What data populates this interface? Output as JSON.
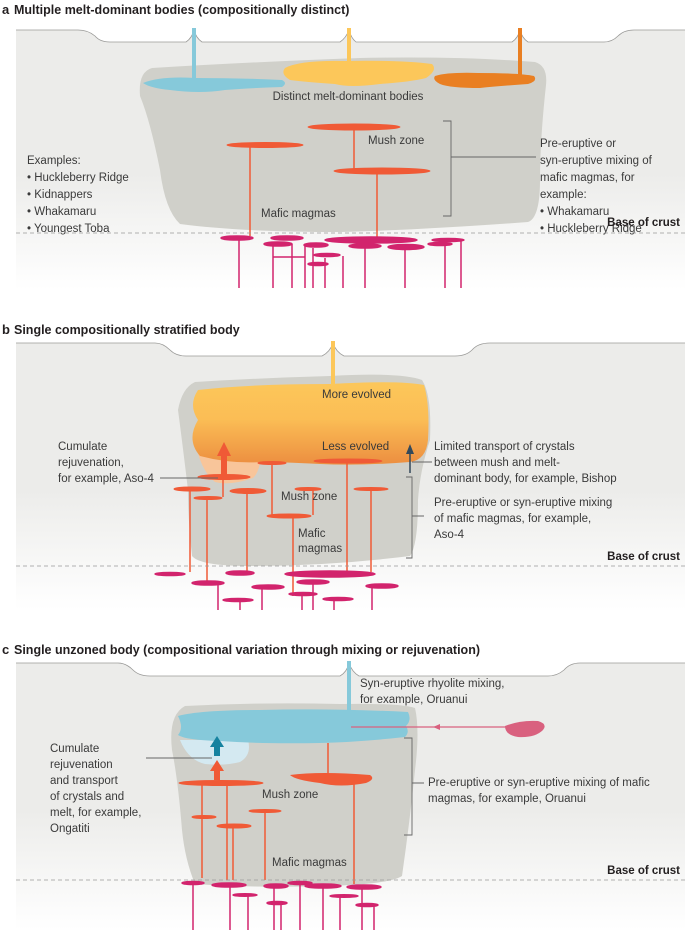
{
  "colors": {
    "crust": "#ececea",
    "crust_edge": "#9a9a98",
    "mush": "#d0d0ca",
    "blue_melt": "#86c9da",
    "blue_light": "#d4e9f1",
    "yellow_melt": "#fcc75a",
    "orange_melt": "#e97f22",
    "less_evolved": "#ef9a4a",
    "cumulate": "#f8c59a",
    "mafic_red": "#f05a36",
    "mantle_magenta": "#d2246d",
    "rhyolite_pink": "#d9617f",
    "arrow_dark": "#33495a",
    "arrow_teal": "#15829f",
    "leader": "#666666",
    "text": "#3a3a3a"
  },
  "panels": [
    {
      "letter": "a",
      "title": "Multiple melt-dominant bodies (compositionally distinct)",
      "labels": {
        "bodies": "Distinct melt-dominant bodies",
        "mush": "Mush zone",
        "mafic": "Mafic magmas",
        "base": "Base of crust"
      },
      "examples_heading": "Examples:",
      "examples": [
        "Huckleberry Ridge",
        "Kidnappers",
        "Whakamaru",
        "Youngest Toba"
      ],
      "annotation": [
        "Pre-eruptive or",
        "syn-eruptive mixing of",
        "mafic magmas,  for",
        "example:"
      ],
      "annotation_examples": [
        "Whakamaru",
        "Huckleberry Ridge"
      ]
    },
    {
      "letter": "b",
      "title": "Single compositionally stratified body",
      "labels": {
        "more": "More evolved",
        "less": "Less evolved",
        "mush": "Mush zone",
        "mafic1": "Mafic",
        "mafic2": "magmas",
        "base": "Base of crust"
      },
      "left_annotation": [
        "Cumulate",
        "rejuvenation,",
        "for example, Aso-4"
      ],
      "transport_annotation": [
        "Limited transport of crystals",
        "between mush and melt-",
        "dominant body, for example, Bishop"
      ],
      "mixing_annotation": [
        "Pre-eruptive or syn-eruptive mixing",
        "of mafic magmas, for example,",
        "Aso-4"
      ]
    },
    {
      "letter": "c",
      "title": "Single unzoned body (compositional variation through mixing or rejuvenation)",
      "labels": {
        "mush": "Mush zone",
        "mafic": "Mafic magmas",
        "base": "Base of crust"
      },
      "rhyolite_annotation": [
        "Syn-eruptive rhyolite mixing,",
        "for example, Oruanui"
      ],
      "left_annotation": [
        "Cumulate",
        "rejuvenation",
        "and transport",
        "of crystals and",
        "melt, for example,",
        "Ongatiti"
      ],
      "mixing_annotation": [
        "Pre-eruptive or syn-eruptive mixing of mafic",
        "magmas, for example, Oruanui"
      ]
    }
  ]
}
